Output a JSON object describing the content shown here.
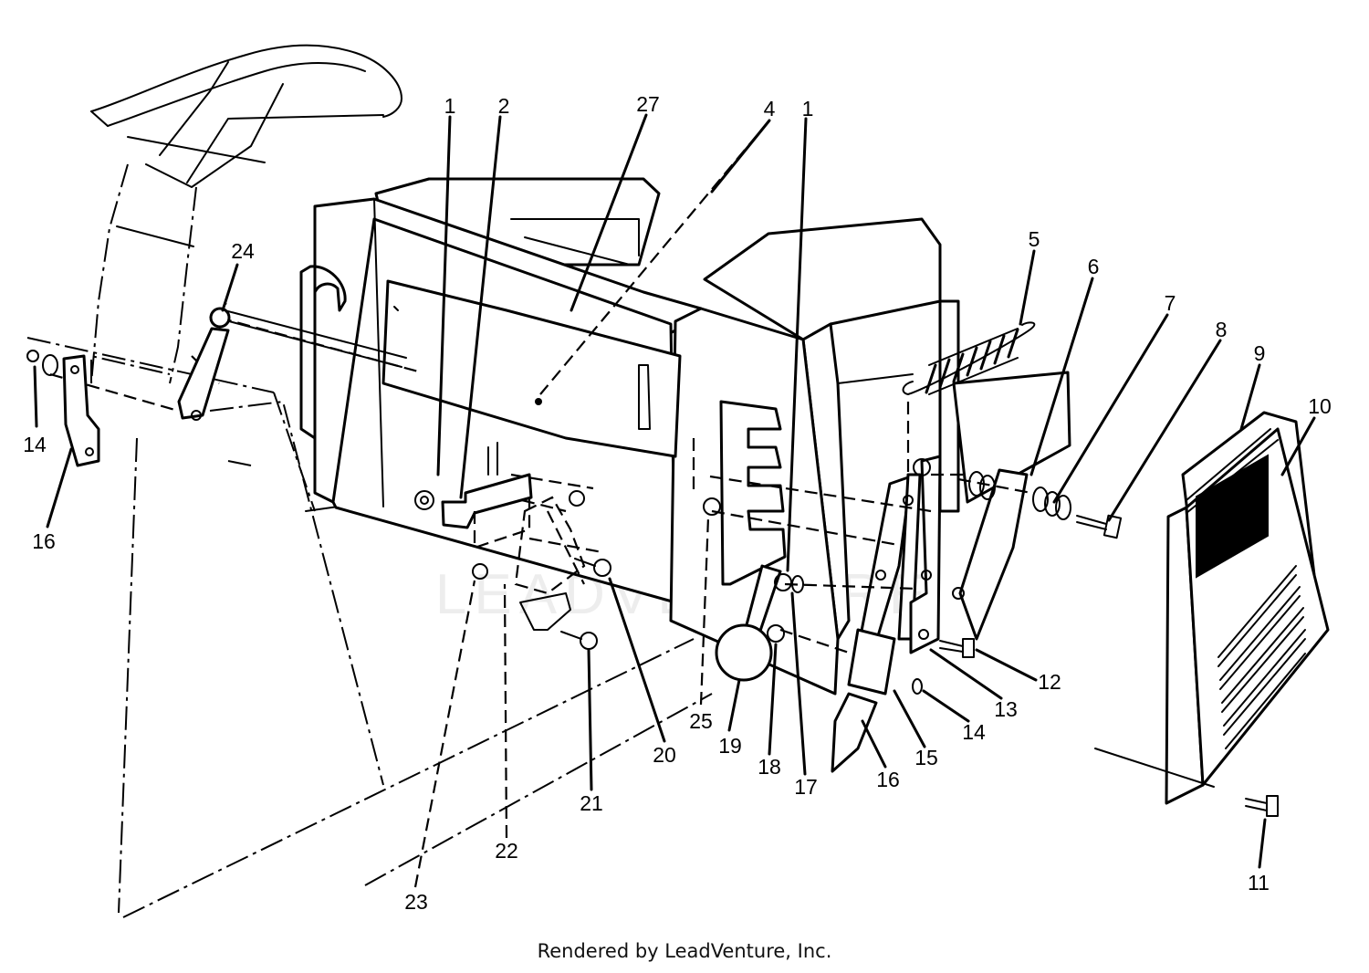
{
  "watermark": "LEADVENTURE",
  "footer_text": "Rendered by LeadVenture, Inc.",
  "callouts": [
    {
      "id": "c1a",
      "label": "1"
    },
    {
      "id": "c2",
      "label": "2"
    },
    {
      "id": "c27",
      "label": "27"
    },
    {
      "id": "c4",
      "label": "4"
    },
    {
      "id": "c1b",
      "label": "1"
    },
    {
      "id": "c5",
      "label": "5"
    },
    {
      "id": "c6",
      "label": "6"
    },
    {
      "id": "c7",
      "label": "7"
    },
    {
      "id": "c8",
      "label": "8"
    },
    {
      "id": "c9",
      "label": "9"
    },
    {
      "id": "c10",
      "label": "10"
    },
    {
      "id": "c24",
      "label": "24"
    },
    {
      "id": "c14a",
      "label": "14"
    },
    {
      "id": "c16a",
      "label": "16"
    },
    {
      "id": "c12",
      "label": "12"
    },
    {
      "id": "c13",
      "label": "13"
    },
    {
      "id": "c14b",
      "label": "14"
    },
    {
      "id": "c15",
      "label": "15"
    },
    {
      "id": "c16b",
      "label": "16"
    },
    {
      "id": "c17",
      "label": "17"
    },
    {
      "id": "c18",
      "label": "18"
    },
    {
      "id": "c19",
      "label": "19"
    },
    {
      "id": "c25",
      "label": "25"
    },
    {
      "id": "c20",
      "label": "20"
    },
    {
      "id": "c21",
      "label": "21"
    },
    {
      "id": "c22",
      "label": "22"
    },
    {
      "id": "c23",
      "label": "23"
    },
    {
      "id": "c11",
      "label": "11"
    }
  ]
}
